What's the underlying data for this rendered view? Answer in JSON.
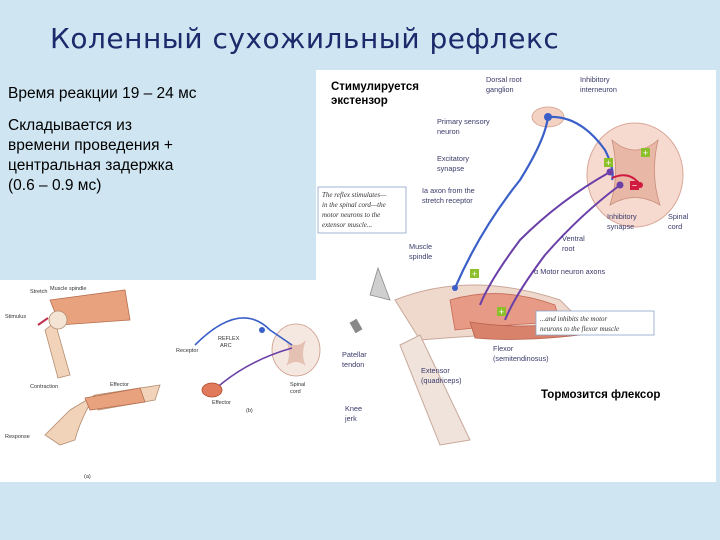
{
  "title": "Коленный сухожильный рефлекс",
  "reaction_time": "Время реакции 19 – 24 мс",
  "composition": [
    "Складывается из",
    "времени проведения +",
    "центральная задержка",
    "(0.6 – 0.9 мс)"
  ],
  "captions": {
    "stimulated": [
      "Стимулируется",
      "экстензор"
    ],
    "inhibited": "Тормозится флексор"
  },
  "right_figure": {
    "labels": {
      "dorsal_root": [
        "Dorsal root",
        "ganglion"
      ],
      "inhibitory_interneuron": [
        "Inhibitory",
        "interneuron"
      ],
      "primary_sensory": [
        "Primary sensory",
        "neuron"
      ],
      "excitatory_synapse": [
        "Excitatory",
        "synapse"
      ],
      "ia_axon": [
        "Ia axon from the",
        "stretch receptor"
      ],
      "inhibitory_synapse": [
        "Inhibitory",
        "synapse"
      ],
      "spinal_cord": [
        "Spinal",
        "cord"
      ],
      "ventral_root": [
        "Ventral",
        "root"
      ],
      "muscle_spindle": [
        "Muscle",
        "spindle"
      ],
      "alpha_motor": "α Motor neuron axons",
      "patellar": [
        "Patellar",
        "tendon"
      ],
      "flexor": [
        "Flexor",
        "(semitendinosus)"
      ],
      "extensor": [
        "Extensor",
        "(quadriceps)"
      ],
      "knee_jerk": [
        "Knee",
        "jerk"
      ]
    },
    "note_box_1": [
      "The reflex stimulates—",
      "in the spinal cord—the",
      "motor neurons to the",
      "extensor muscle..."
    ],
    "note_box_2": [
      "...and inhibits the motor",
      "neurons to the flexor muscle"
    ]
  },
  "left_figure": {
    "labels": {
      "muscle_spindle": "Muscle spindle",
      "stretch": "Stretch",
      "stimulus": "Stimulus",
      "contraction": "Contraction",
      "effector": "Effector",
      "response": "Response",
      "receptor": "Receptor",
      "reflex_arc": [
        "REFLEX",
        "ARC"
      ],
      "spinal_cord": [
        "Spinal",
        "cord"
      ],
      "effector_b": "Effector",
      "tag_a": "(a)",
      "tag_b": "(b)"
    }
  },
  "colors": {
    "background": "#cfe6f2",
    "sensory": "#3a5fc8",
    "motor": "#6a3fa8",
    "inhibitory": "#d01a40",
    "excitatory": "#8cbf2a"
  }
}
